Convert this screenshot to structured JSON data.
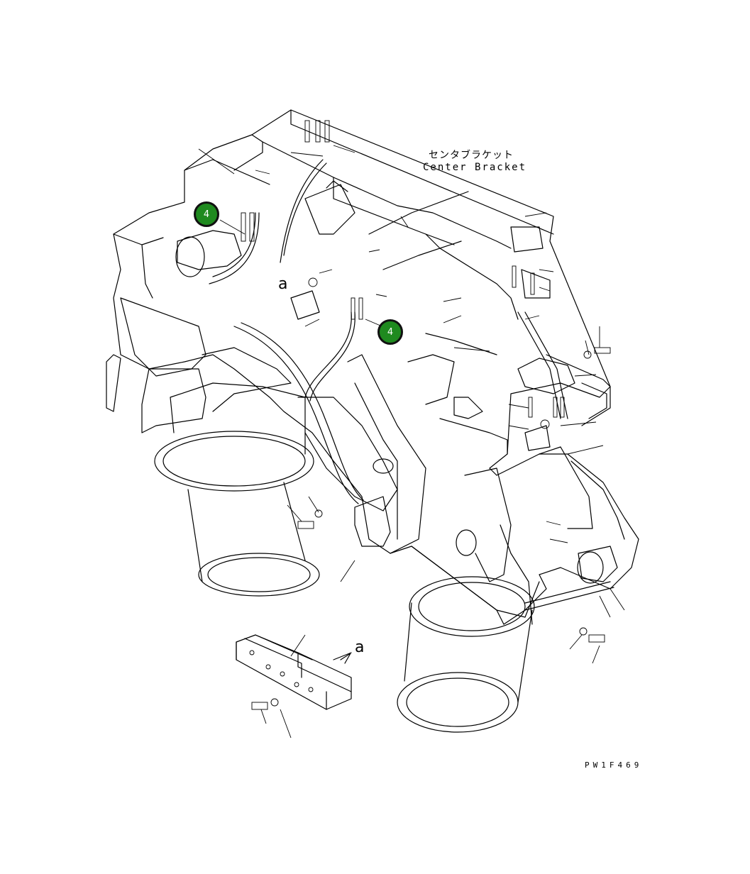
{
  "title": {
    "japanese": "センタブラケット",
    "english": "Center Bracket"
  },
  "drawing_code": "PW1F469",
  "view_callouts": [
    "a",
    "a"
  ],
  "badges": [
    {
      "number": "4",
      "color": "#1f8a1f"
    },
    {
      "number": "4",
      "color": "#1f8a1f"
    }
  ],
  "colors": {
    "line": "#000000",
    "background": "#ffffff",
    "badge": "#1f8a1f"
  }
}
